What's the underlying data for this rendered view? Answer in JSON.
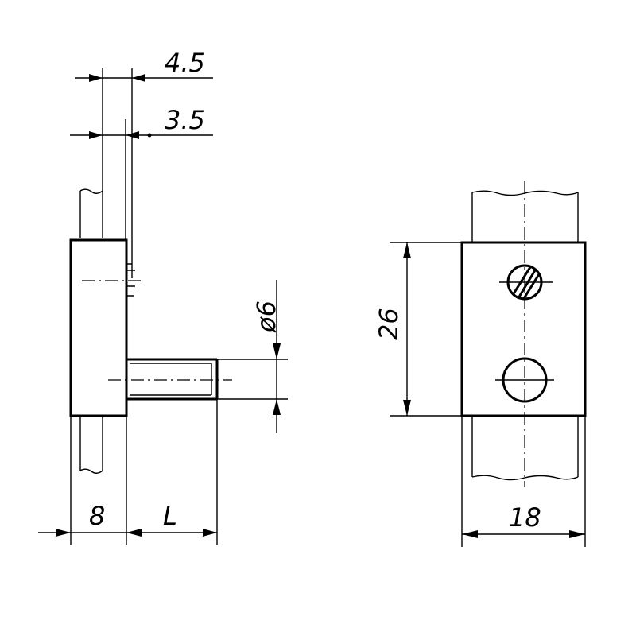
{
  "dimensions": {
    "offset_top": "4.5",
    "offset_lower": "3.5",
    "block_width": "8",
    "pin_length": "L",
    "pin_diameter": "ø6",
    "block_height": "26",
    "front_width": "18"
  }
}
